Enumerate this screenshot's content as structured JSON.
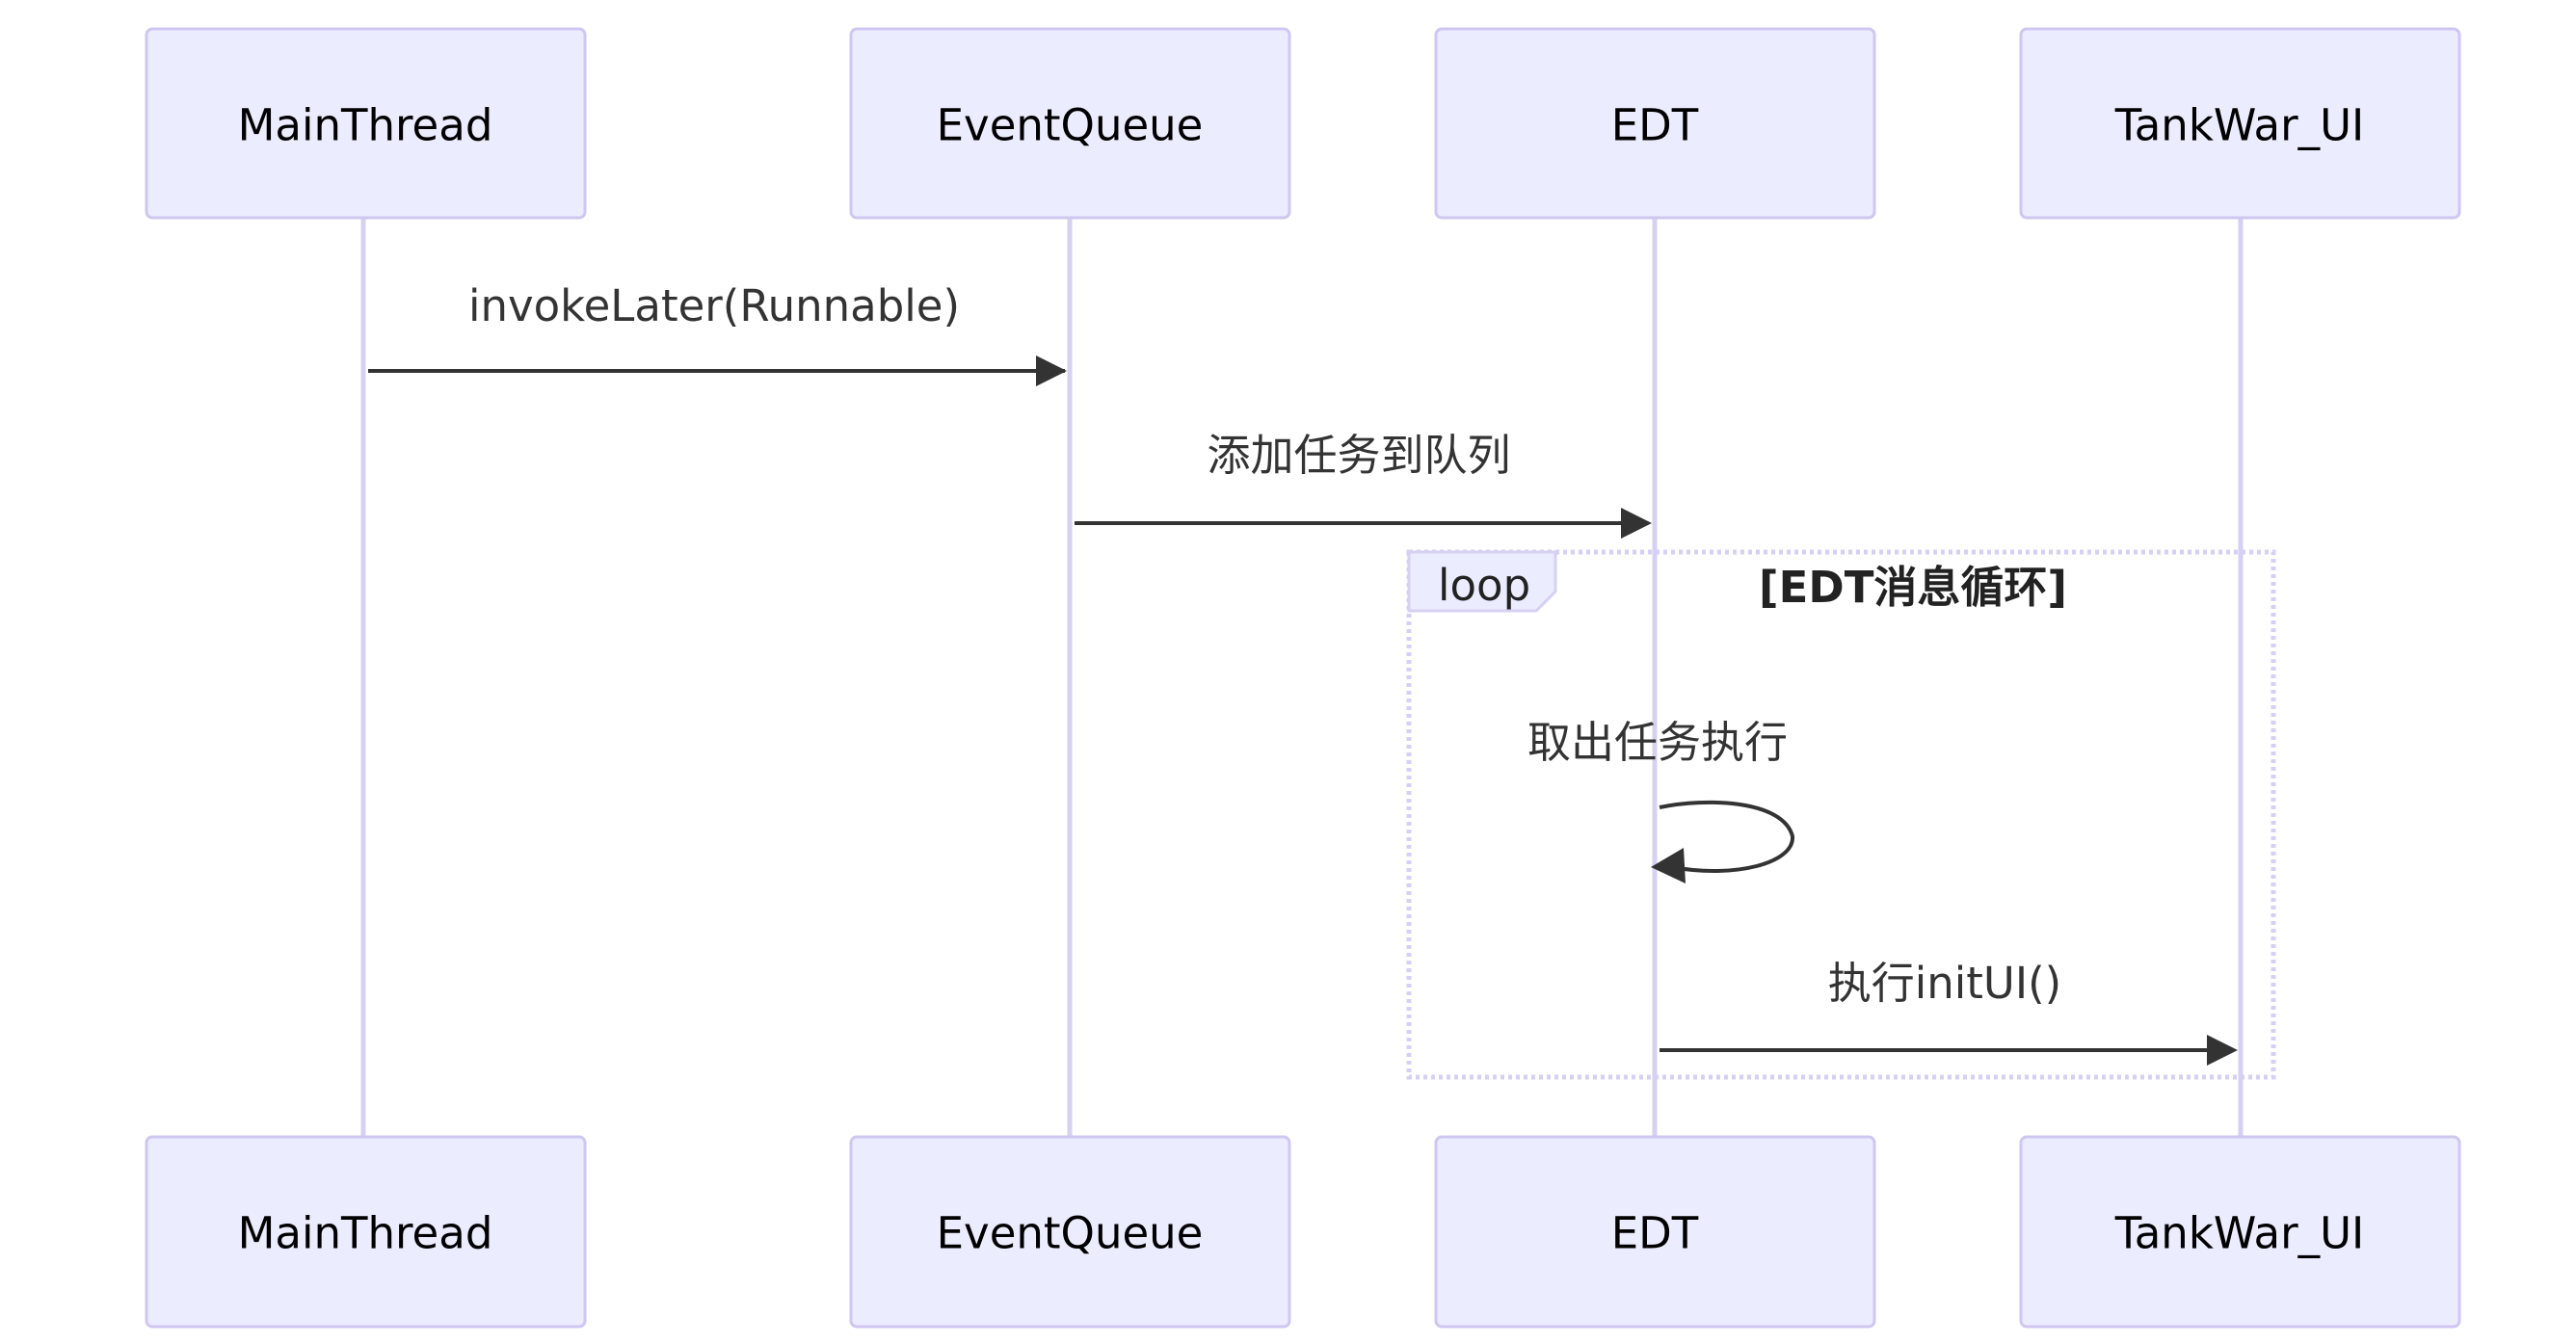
{
  "actors": [
    {
      "id": "main",
      "label": "MainThread"
    },
    {
      "id": "queue",
      "label": "EventQueue"
    },
    {
      "id": "edt",
      "label": "EDT"
    },
    {
      "id": "ui",
      "label": "TankWar_UI"
    }
  ],
  "messages": [
    {
      "from": "MainThread",
      "to": "EventQueue",
      "label": "invokeLater(Runnable)"
    },
    {
      "from": "EventQueue",
      "to": "EDT",
      "label": "添加任务到队列"
    },
    {
      "from": "EDT",
      "to": "EDT",
      "label": "取出任务执行"
    },
    {
      "from": "EDT",
      "to": "TankWar_UI",
      "label": "执行initUI()"
    }
  ],
  "loop": {
    "tag": "loop",
    "condition": "[EDT消息循环]"
  },
  "colors": {
    "actor_fill": "#ECECFF",
    "actor_border": "#CFC7F0",
    "lifeline": "#D6D0F2",
    "arrow": "#333333"
  }
}
